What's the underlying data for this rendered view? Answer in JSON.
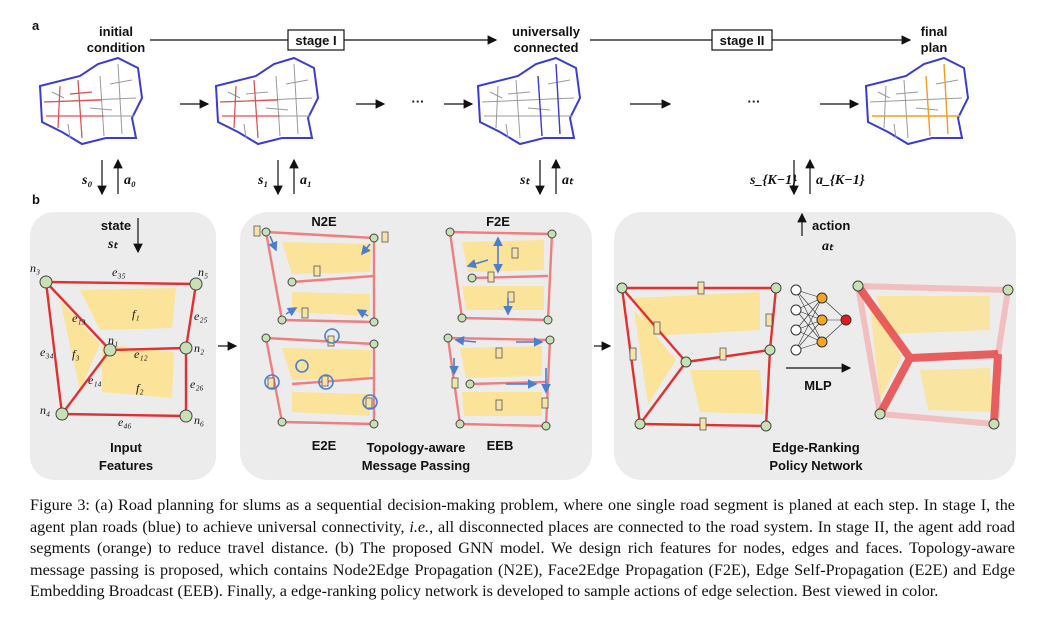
{
  "panel_a": {
    "label": "a",
    "states": [
      "initial condition",
      "universally connected",
      "final plan"
    ],
    "stages": [
      "stage I",
      "stage II"
    ],
    "ellipsis": "···",
    "pairs": [
      {
        "s": "s₀",
        "a": "a₀"
      },
      {
        "s": "s₁",
        "a": "a₁"
      },
      {
        "s": "sₜ",
        "a": "aₜ"
      },
      {
        "s": "s_{K−1}",
        "a": "a_{K−1}"
      }
    ],
    "colors": {
      "boundary": "#3b3bd6",
      "stage1_road": "#e05050",
      "stage2_road": "#f0a020",
      "grey_road": "#9a9a9a"
    }
  },
  "panel_b": {
    "label": "b",
    "state_label": "state",
    "state_var": "sₜ",
    "input_title": "Input Features",
    "nodes": [
      "n₁",
      "n₂",
      "n₃",
      "n₄",
      "n₅",
      "n₆"
    ],
    "edges": [
      "e₁₂",
      "e₁₃",
      "e₁₄",
      "e₂₅",
      "e₂₆",
      "e₃₄",
      "e₃₅",
      "e₄₆"
    ],
    "faces": [
      "f₁",
      "f₂",
      "f₃"
    ],
    "mp_parts": [
      "N2E",
      "F2E",
      "E2E",
      "EEB"
    ],
    "mp_title": "Topology-aware Message Passing",
    "action_label": "action",
    "action_var": "aₜ",
    "mlp_label": "MLP",
    "policy_title": "Edge-Ranking Policy Network",
    "colors": {
      "panel_bg": "#ececec",
      "face": "#fbe39a",
      "edge": "#e23030",
      "node": "#c7e1b5",
      "arrow": "#4a7fd0",
      "neuron_orange": "#f4a623",
      "neuron_red": "#e01b1b"
    }
  },
  "caption": {
    "p1": "Figure 3: (a) Road planning for slums as a sequential decision-making problem, where one single road segment is planed at each step. In stage I, the agent plan roads (blue) to achieve universal connectivity, ",
    "ie": "i.e.,",
    "p2": " all disconnected places are connected to the road system. In stage II, the agent add road segments (orange) to reduce travel distance. (b) The proposed GNN model. We design rich features for nodes, edges and faces. Topology-aware message passing is proposed, which contains Node2Edge Propagation (N2E), Face2Edge Propagation (F2E), Edge Self-Propagation (E2E) and Edge Embedding Broadcast (EEB). Finally, a edge-ranking policy network is developed to sample actions of edge selection. Best viewed in color."
  }
}
